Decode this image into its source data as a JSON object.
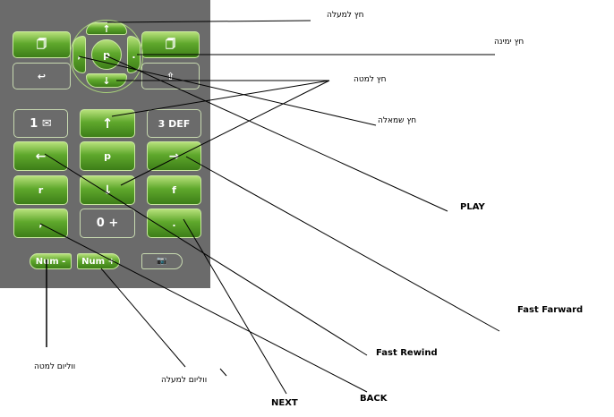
{
  "keypad": {
    "soft_left": "🗍",
    "soft_right": "🗍",
    "back_icon": "↩",
    "clear_icon": "⇧",
    "nav_up": "↑",
    "nav_down": "↓",
    "nav_left": ",",
    "nav_right": ".",
    "nav_center": "p",
    "k1": "1 ✉",
    "k2": "↑",
    "k3": "3 DEF",
    "k4": "←",
    "k5": "p",
    "k6": "→",
    "k7": "r",
    "k8": "↓",
    "k9": "f",
    "kstar": ",",
    "k0": "0 +",
    "khash": ".",
    "num_minus": "Num -",
    "num_plus": "Num +",
    "camera": "📷"
  },
  "labels": {
    "arrow_up": "חץ למעלה",
    "arrow_right": "חץ ימינה",
    "arrow_down": "חץ למטה",
    "arrow_left": "חץ שמאלה",
    "play": "PLAY",
    "fast_forward": "Fast Farward",
    "fast_rewind": "Fast Rewind",
    "volume_down": "ווליום למטה",
    "volume_up": "ווליום למעלה",
    "next": "NEXT",
    "back": "BACK"
  },
  "colors": {
    "panel": "#6b6b6b",
    "key_green": "#5fa82c"
  }
}
